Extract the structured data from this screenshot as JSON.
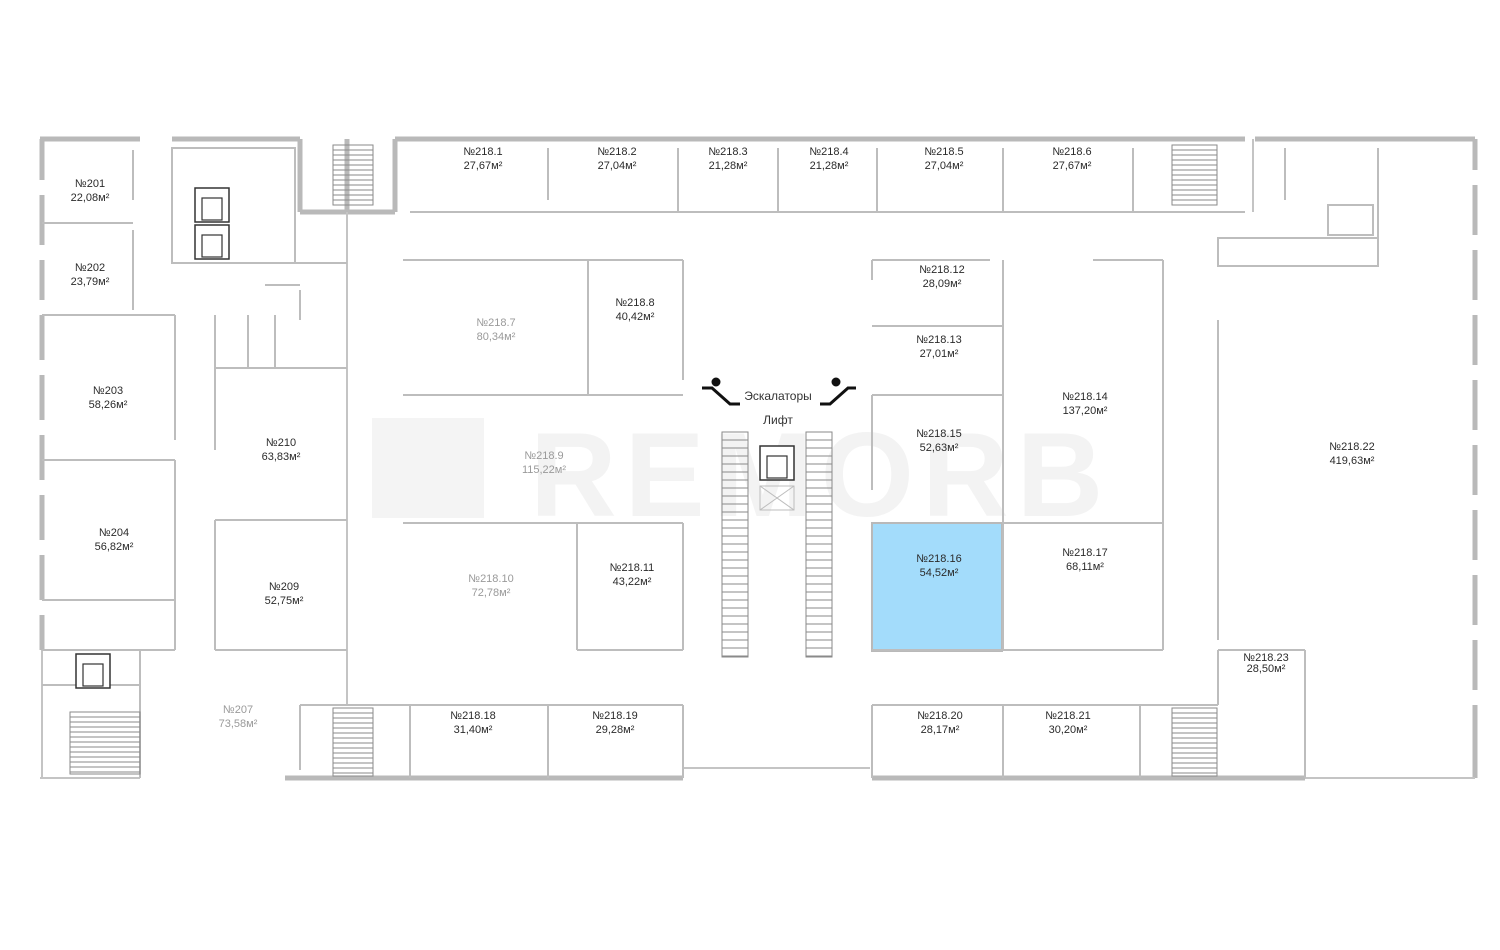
{
  "colors": {
    "highlight": "#a3dcfb",
    "walls": "#b9b9b9",
    "text": "#2b2b2b"
  },
  "watermark": {
    "brand": "REMORB"
  },
  "labels": {
    "escalators": "Эскалаторы",
    "elevator": "Лифт"
  },
  "icons": {
    "escalator": "escalator-icon",
    "elevator": "elevator-icon"
  },
  "rooms": [
    {
      "code": "№201",
      "area": "22,08м²"
    },
    {
      "code": "№202",
      "area": "23,79м²"
    },
    {
      "code": "№203",
      "area": "58,26м²"
    },
    {
      "code": "№204",
      "area": "56,82м²"
    },
    {
      "code": "№210",
      "area": "63,83м²"
    },
    {
      "code": "№209",
      "area": "52,75м²"
    },
    {
      "code": "№207",
      "area": "73,58м²"
    },
    {
      "code": "№218.1",
      "area": "27,67м²"
    },
    {
      "code": "№218.2",
      "area": "27,04м²"
    },
    {
      "code": "№218.3",
      "area": "21,28м²"
    },
    {
      "code": "№218.4",
      "area": "21,28м²"
    },
    {
      "code": "№218.5",
      "area": "27,04м²"
    },
    {
      "code": "№218.6",
      "area": "27,67м²"
    },
    {
      "code": "№218.7",
      "area": "80,34м²"
    },
    {
      "code": "№218.8",
      "area": "40,42м²"
    },
    {
      "code": "№218.9",
      "area": "115,22м²"
    },
    {
      "code": "№218.10",
      "area": "72,78м²"
    },
    {
      "code": "№218.11",
      "area": "43,22м²"
    },
    {
      "code": "№218.12",
      "area": "28,09м²"
    },
    {
      "code": "№218.13",
      "area": "27,01м²"
    },
    {
      "code": "№218.14",
      "area": "137,20м²"
    },
    {
      "code": "№218.15",
      "area": "52,63м²"
    },
    {
      "code": "№218.16",
      "area": "54,52м²",
      "selected": true
    },
    {
      "code": "№218.17",
      "area": "68,11м²"
    },
    {
      "code": "№218.22",
      "area": "419,63м²"
    },
    {
      "code": "№218.23",
      "area": "28,50м²"
    },
    {
      "code": "№218.18",
      "area": "31,40м²"
    },
    {
      "code": "№218.19",
      "area": "29,28м²"
    },
    {
      "code": "№218.20",
      "area": "28,17м²"
    },
    {
      "code": "№218.21",
      "area": "30,20м²"
    }
  ]
}
